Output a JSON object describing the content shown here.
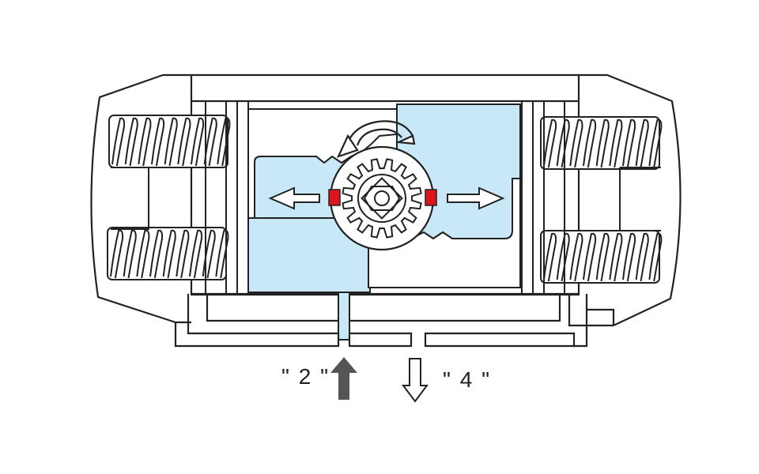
{
  "colors": {
    "stroke": "#222222",
    "chamber": "#c9e8f7",
    "stop": "#e0141b",
    "supply_arrow": "#555555",
    "background": "#ffffff"
  },
  "ports": {
    "supply": {
      "label": "\" 2 \"",
      "flow": "in",
      "icon": "arrow-up-filled"
    },
    "exhaust": {
      "label": "\" 4 \"",
      "flow": "out",
      "icon": "arrow-down-outline"
    }
  },
  "pistons": {
    "motion": "outward",
    "icons": [
      "arrow-left-outline",
      "arrow-right-outline"
    ]
  },
  "pinion": {
    "rotation": "counter-clockwise",
    "icon": "rotate-arrow"
  },
  "springs": {
    "count": 4
  }
}
